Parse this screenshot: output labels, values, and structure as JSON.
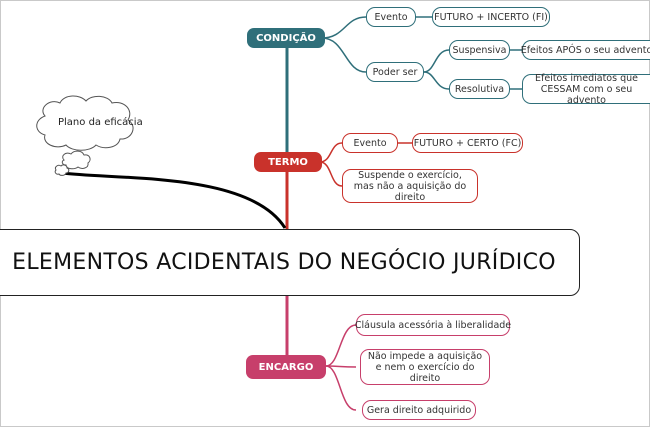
{
  "main_title": "ELEMENTOS ACIDENTAIS DO NEGÓCIO JURÍDICO",
  "callout": "Plano da eficácia",
  "condicao": {
    "label": "CONDIÇÃO",
    "color": "#2f6f7a",
    "evento": "Evento",
    "evento_detail": "FUTURO + INCERTO (FI)",
    "poder_ser": "Poder ser",
    "suspensiva": "Suspensiva",
    "suspensiva_detail": "Efeitos APÓS o seu advento",
    "resolutiva": "Resolutiva",
    "resolutiva_detail": "Efeitos imediatos que CESSAM com o seu advento"
  },
  "termo": {
    "label": "TERMO",
    "color": "#c9322b",
    "evento": "Evento",
    "evento_detail": "FUTURO + CERTO (FC)",
    "suspende": "Suspende o exercício, mas não a aquisição do direito"
  },
  "encargo": {
    "label": "ENCARGO",
    "color": "#c73f6b",
    "item1": "Cláusula acessória à liberalidade",
    "item2": "Não impede a aquisição e nem o exercício do direito",
    "item3": "Gera direito adquirido"
  }
}
